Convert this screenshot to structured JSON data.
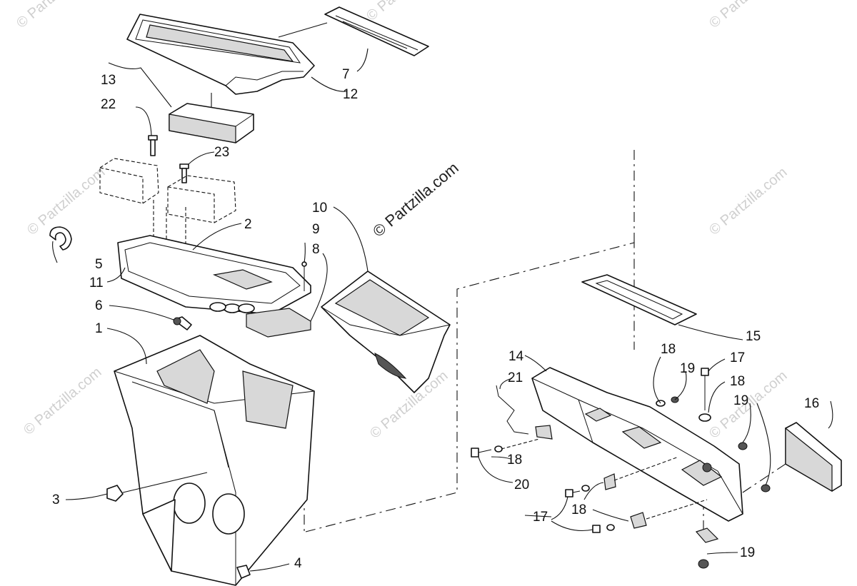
{
  "watermark": {
    "main_text": "© Partzilla.com",
    "faint_text": "© Partzilla.com"
  },
  "callouts": [
    "1",
    "2",
    "3",
    "4",
    "5",
    "6",
    "7",
    "8",
    "9",
    "10",
    "11",
    "12",
    "13",
    "14",
    "15",
    "16",
    "17",
    "17",
    "18",
    "18",
    "18",
    "18",
    "19",
    "19",
    "19",
    "20",
    "21",
    "22",
    "23"
  ]
}
